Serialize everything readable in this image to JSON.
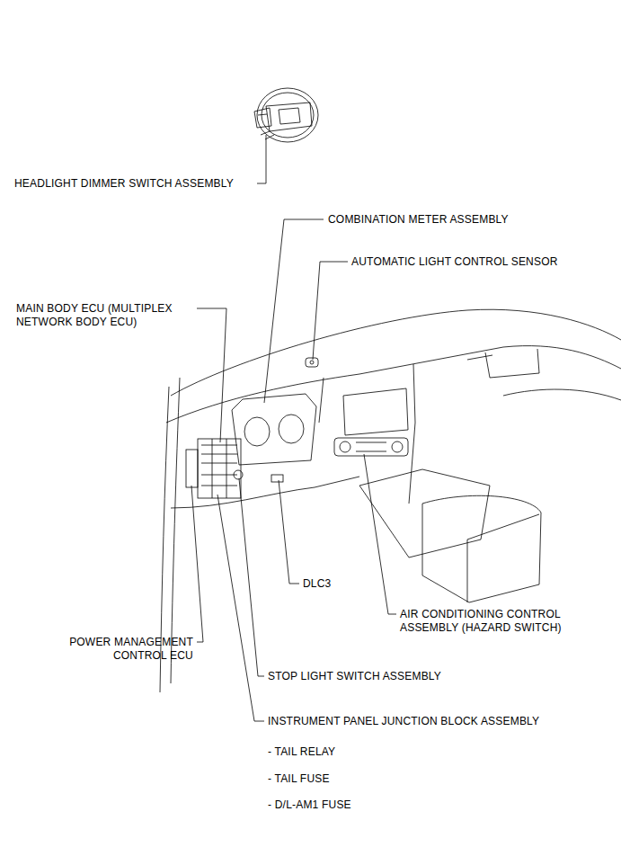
{
  "diagram": {
    "labels": [
      "HEADLIGHT DIMMER SWITCH ASSEMBLY",
      "COMBINATION METER ASSEMBLY",
      "AUTOMATIC LIGHT CONTROL SENSOR",
      "MAIN BODY ECU (MULTIPLEX NETWORK BODY ECU)",
      "DLC3",
      "AIR CONDITIONING CONTROL ASSEMBLY (HAZARD SWITCH)",
      "POWER MANAGEMENT CONTROL ECU",
      "STOP LIGHT SWITCH ASSEMBLY",
      "INSTRUMENT PANEL JUNCTION BLOCK ASSEMBLY",
      "- TAIL RELAY",
      "- TAIL FUSE",
      "- D/L-AM1 FUSE"
    ]
  }
}
